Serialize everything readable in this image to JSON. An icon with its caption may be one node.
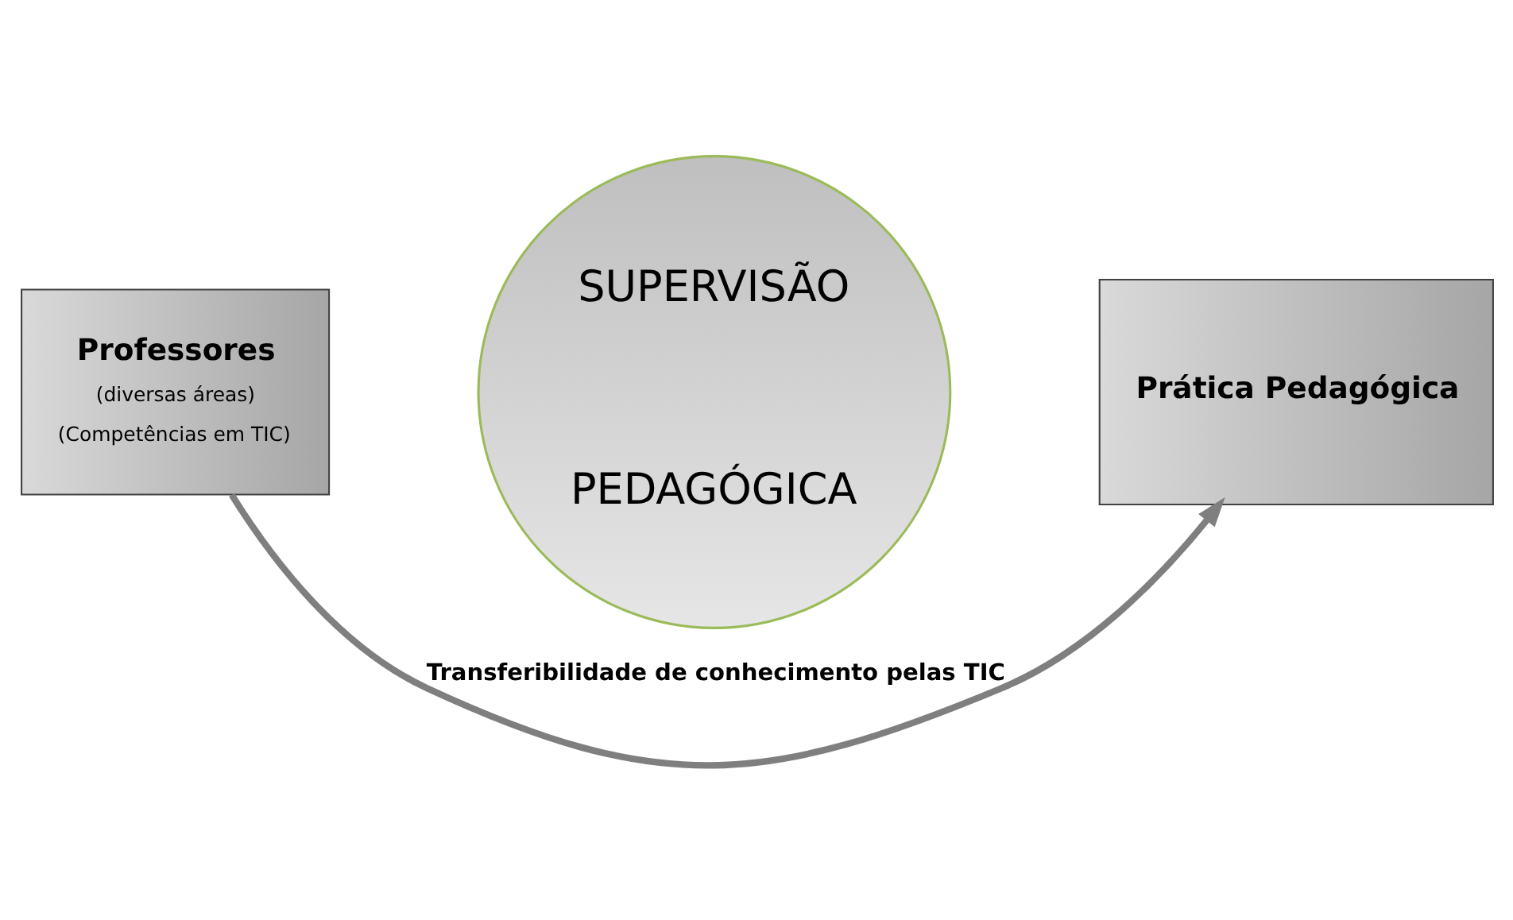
{
  "diagram": {
    "nodes": [
      {
        "text": [
          "Professores",
          "(diversas áreas)",
          "(Competências em TIC)"
        ]
      },
      {
        "text": [
          "SUPERVISÃO",
          "PEDAGÓGICA"
        ]
      },
      {
        "text": [
          "Prática Pedagógica"
        ]
      }
    ],
    "edges": [
      {
        "from": 0,
        "to": 2,
        "arrow": "to",
        "label": "Transferibilidade de conhecimento pelas TIC"
      }
    ]
  }
}
